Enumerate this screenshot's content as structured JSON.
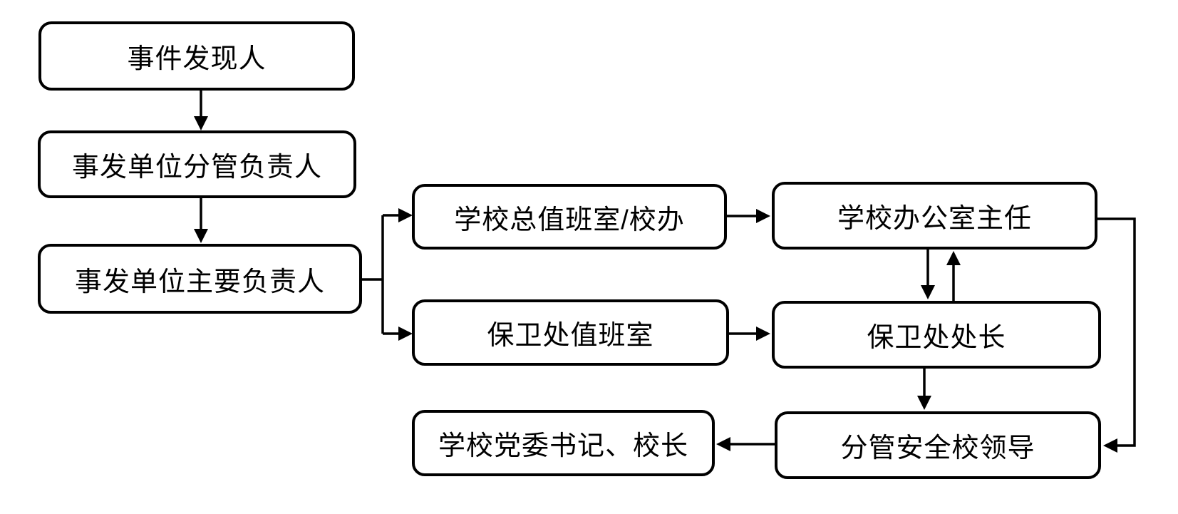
{
  "diagram": {
    "type": "flowchart",
    "background_color": "#ffffff",
    "line_color": "#000000",
    "box_fill_color": "#ffffff",
    "box_border_color": "#000000",
    "text_color": "#000000",
    "nodes": {
      "discoverer": {
        "label": "事件发现人"
      },
      "unit_deputy": {
        "label": "事发单位分管负责人"
      },
      "unit_head": {
        "label": "事发单位主要负责人"
      },
      "duty_office": {
        "label": "学校总值班室/校办"
      },
      "office_director": {
        "label": "学校办公室主任"
      },
      "security_duty": {
        "label": "保卫处值班室"
      },
      "security_chief": {
        "label": "保卫处处长"
      },
      "secretary_principal": {
        "label": "学校党委书记、校长"
      },
      "safety_leader": {
        "label": "分管安全校领导"
      }
    },
    "edges": [
      {
        "from": "事件发现人",
        "to": "事发单位分管负责人",
        "arrow": "down"
      },
      {
        "from": "事发单位分管负责人",
        "to": "事发单位主要负责人",
        "arrow": "down"
      },
      {
        "from": "事发单位主要负责人",
        "to": "学校总值班室/校办",
        "arrow": "right",
        "route": "branch-up"
      },
      {
        "from": "事发单位主要负责人",
        "to": "保卫处值班室",
        "arrow": "right",
        "route": "branch-down"
      },
      {
        "from": "学校总值班室/校办",
        "to": "学校办公室主任",
        "arrow": "right"
      },
      {
        "from": "保卫处值班室",
        "to": "保卫处处长",
        "arrow": "right"
      },
      {
        "from": "学校办公室主任",
        "to": "保卫处处长",
        "arrow": "down"
      },
      {
        "from": "保卫处处长",
        "to": "学校办公室主任",
        "arrow": "up"
      },
      {
        "from": "学校办公室主任",
        "to": "分管安全校领导",
        "arrow": "left",
        "route": "around-right-side"
      },
      {
        "from": "保卫处处长",
        "to": "分管安全校领导",
        "arrow": "down"
      },
      {
        "from": "分管安全校领导",
        "to": "学校党委书记、校长",
        "arrow": "left"
      }
    ]
  }
}
